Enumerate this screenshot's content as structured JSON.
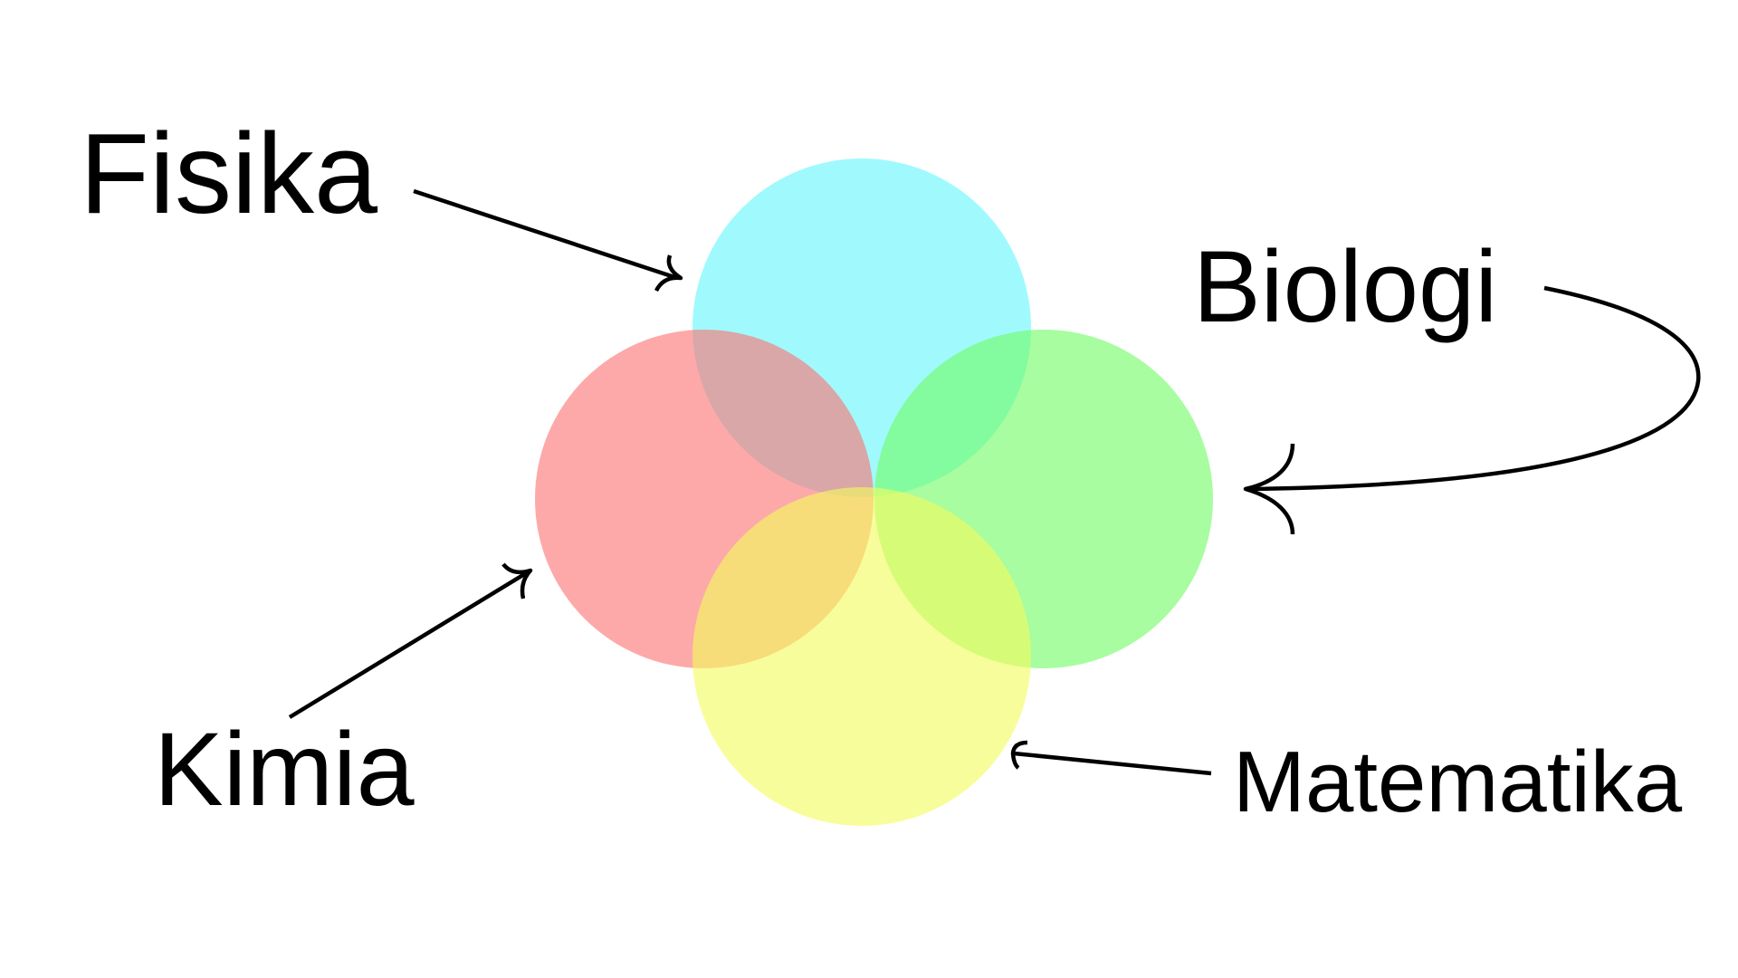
{
  "colors": {
    "background": "#ffffff",
    "fisika": "#66f7fb",
    "kimia": "#fb7474",
    "biologi": "#71fb66",
    "matematika": "#f4fb5e",
    "ink": "#000000"
  },
  "subjects": {
    "fisika": "Fisika",
    "biologi": "Biologi",
    "kimia": "Kimia",
    "matematika": "Matematika"
  }
}
